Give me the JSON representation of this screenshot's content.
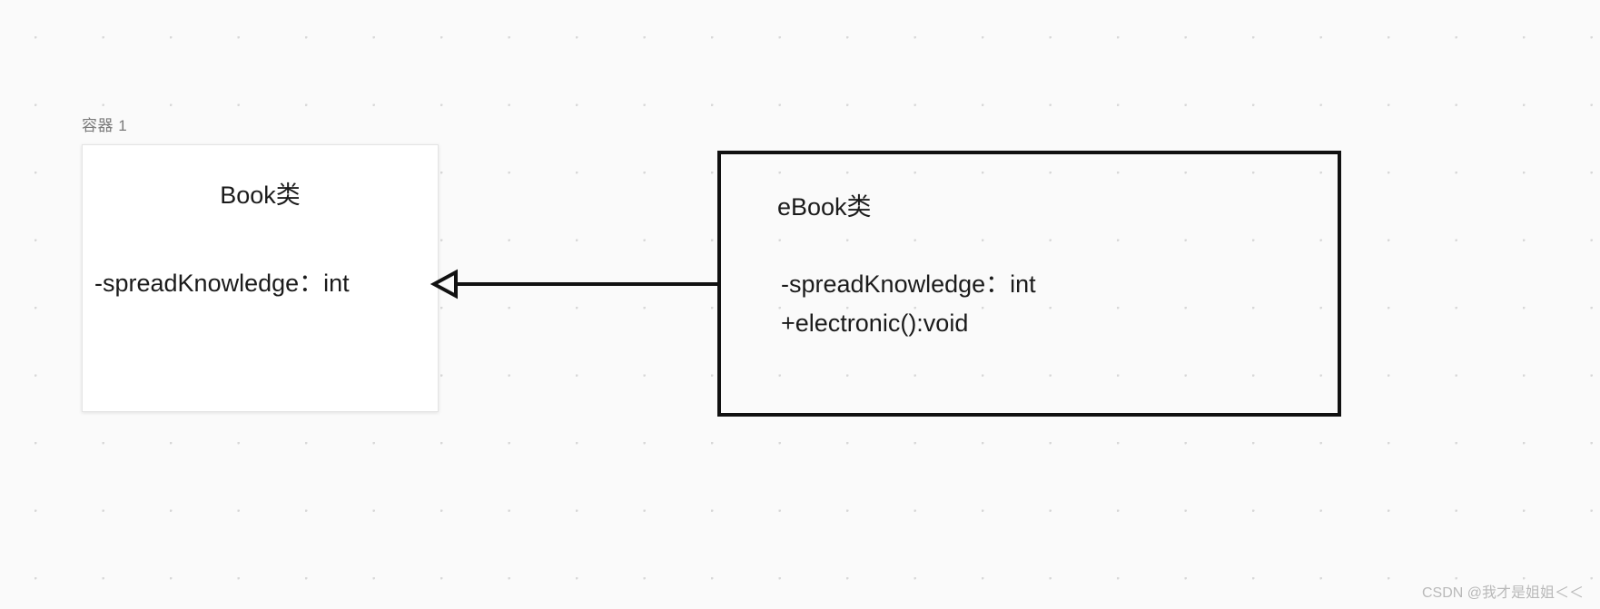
{
  "canvas": {
    "background_color": "#fafafa",
    "dot_color": "#d8d8d8"
  },
  "group": {
    "label": "容器 1",
    "fill_color": "#ffffff",
    "border_color": "#e4e4e4"
  },
  "classes": [
    {
      "id": "book",
      "title": "Book类",
      "members": [
        "-spreadKnowledge：int"
      ],
      "border_color": "#e4e4e4",
      "fill_color": "#ffffff"
    },
    {
      "id": "ebook",
      "title": "eBook类",
      "members": [
        "-spreadKnowledge：int",
        "+electronic():void"
      ],
      "border_color": "#111111",
      "fill_color": "transparent"
    }
  ],
  "relationship": {
    "type": "generalization",
    "from": "eBook类",
    "to": "Book类",
    "line_color": "#111111",
    "arrow_head": "hollow-triangle"
  },
  "watermark": {
    "text": "CSDN @我才是姐姐＜＜",
    "color": "#b9b9b9"
  }
}
